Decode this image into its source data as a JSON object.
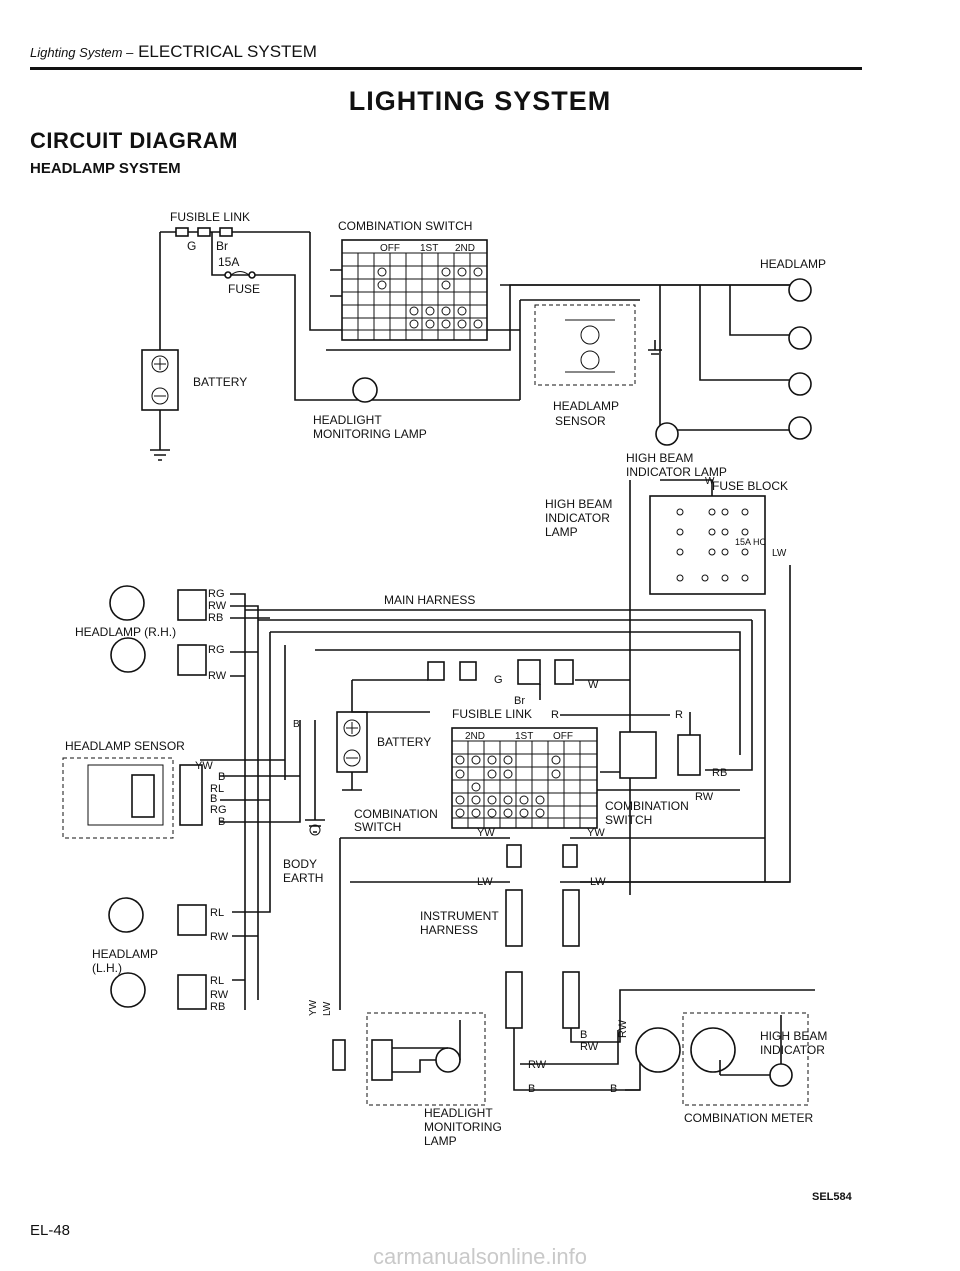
{
  "header": {
    "section_prefix": "Lighting System –",
    "section": "ELECTRICAL SYSTEM"
  },
  "title": "LIGHTING SYSTEM",
  "section_title": "CIRCUIT DIAGRAM",
  "subsection_title": "HEADLAMP SYSTEM",
  "labels": {
    "fusible_link": "FUSIBLE LINK",
    "fuse": "FUSE",
    "fuse_15a": "15A",
    "wire_g": "G",
    "wire_br": "Br",
    "battery": "BATTERY",
    "combination_switch": "COMBINATION SWITCH",
    "switch_off": "OFF",
    "switch_1st": "1ST",
    "switch_2nd": "2ND",
    "headlamp": "HEADLAMP",
    "headlight_monitoring_lamp": "HEADLIGHT MONITORING LAMP",
    "headlamp_sensor": "HEADLAMP SENSOR",
    "high_beam_indicator_lamp": "HIGH BEAM INDICATOR LAMP",
    "fuse_block": "FUSE BLOCK",
    "fuse_15a_hc": "15A HC",
    "main_harness": "MAIN HARNESS",
    "headlamp_rh": "HEADLAMP (R.H.)",
    "headlamp_lh": "HEADLAMP (L.H.)",
    "body_earth": "BODY EARTH",
    "instrument_harness": "INSTRUMENT HARNESS",
    "combination_meter": "COMBINATION METER",
    "high_beam_indicator": "HIGH BEAM INDICATOR"
  },
  "wires": {
    "rg": "RG",
    "rw": "RW",
    "rb": "RB",
    "rl": "RL",
    "yw": "YW",
    "b": "B",
    "lw": "LW",
    "w": "W",
    "r": "R",
    "g": "G",
    "br": "Br"
  },
  "page_number": "EL-48",
  "figure_code": "SEL584",
  "watermark": "carmanualsonline.info"
}
